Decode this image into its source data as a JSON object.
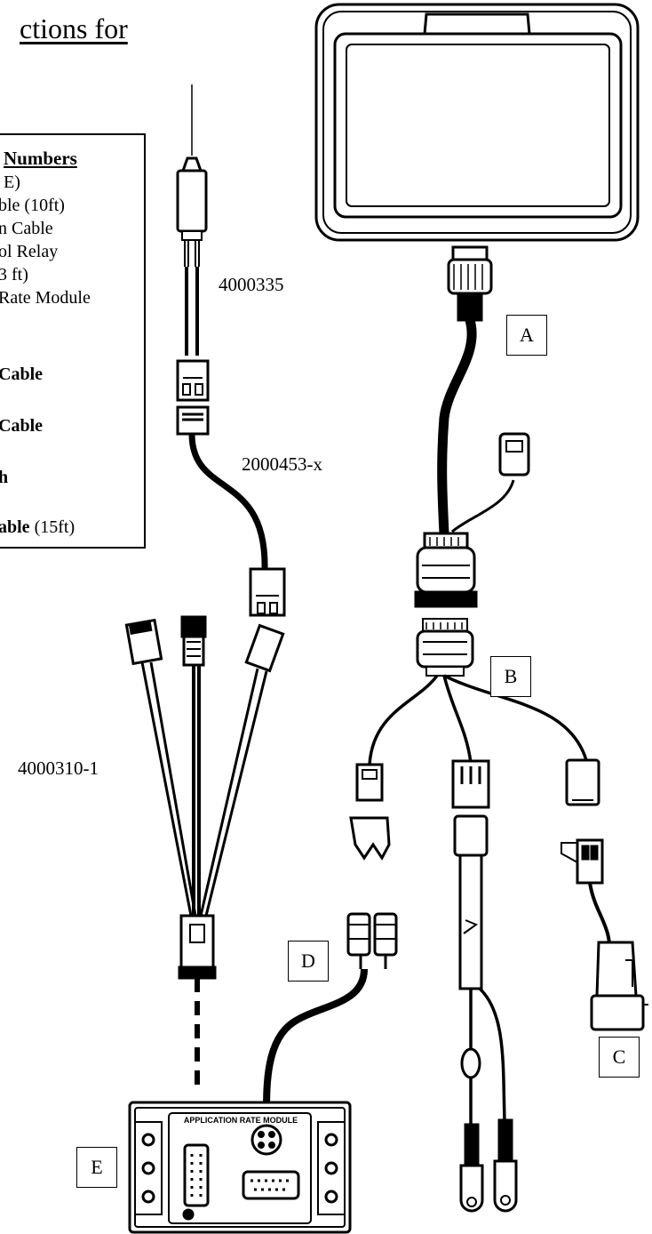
{
  "title_fragment": "ctions for",
  "parts_list": {
    "header": "Numbers",
    "lines": [
      {
        "plain": "E)",
        "bold": ""
      },
      {
        "plain": "ble (10ft)",
        "bold": ""
      },
      {
        "plain": "n Cable",
        "bold": ""
      },
      {
        "plain": "ol Relay",
        "bold": ""
      },
      {
        "plain": "3 ft)",
        "bold": ""
      },
      {
        "plain": "Rate Module",
        "bold": ""
      },
      {
        "plain": "",
        "bold": "Cable"
      },
      {
        "plain": "",
        "bold": "Cable"
      },
      {
        "plain": "",
        "bold": "h"
      },
      {
        "plain": " (15ft)",
        "bold": "able"
      }
    ]
  },
  "part_numbers": {
    "antenna": "4000335",
    "extension": "2000453-x",
    "y_harness": "4000310-1"
  },
  "callouts": {
    "a": "A",
    "b": "B",
    "c": "C",
    "d": "D",
    "e": "E"
  },
  "module_labels": {
    "module_title": "APPLICATION RATE MODULE"
  }
}
